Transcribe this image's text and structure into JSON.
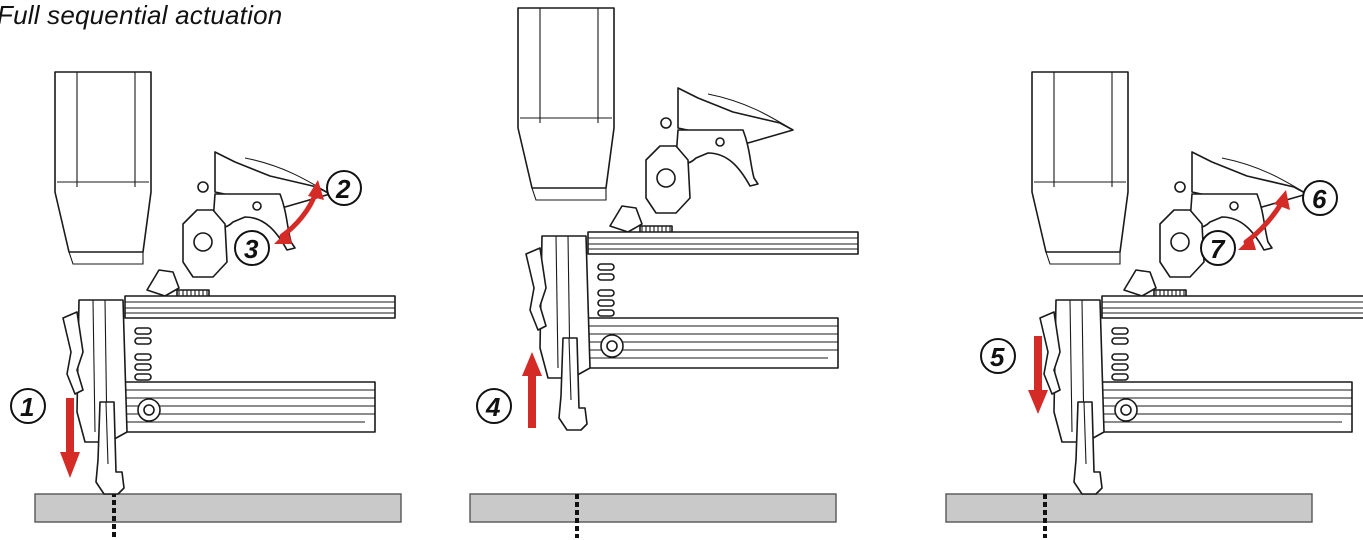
{
  "title": "Full sequential actuation",
  "steps": [
    {
      "number": "1"
    },
    {
      "number": "2"
    },
    {
      "number": "3"
    },
    {
      "number": "4"
    },
    {
      "number": "5"
    },
    {
      "number": "6"
    },
    {
      "number": "7"
    }
  ],
  "colors": {
    "arrow": "#d52b27",
    "board": "#c9c9c9",
    "line": "#1a1a1a"
  }
}
